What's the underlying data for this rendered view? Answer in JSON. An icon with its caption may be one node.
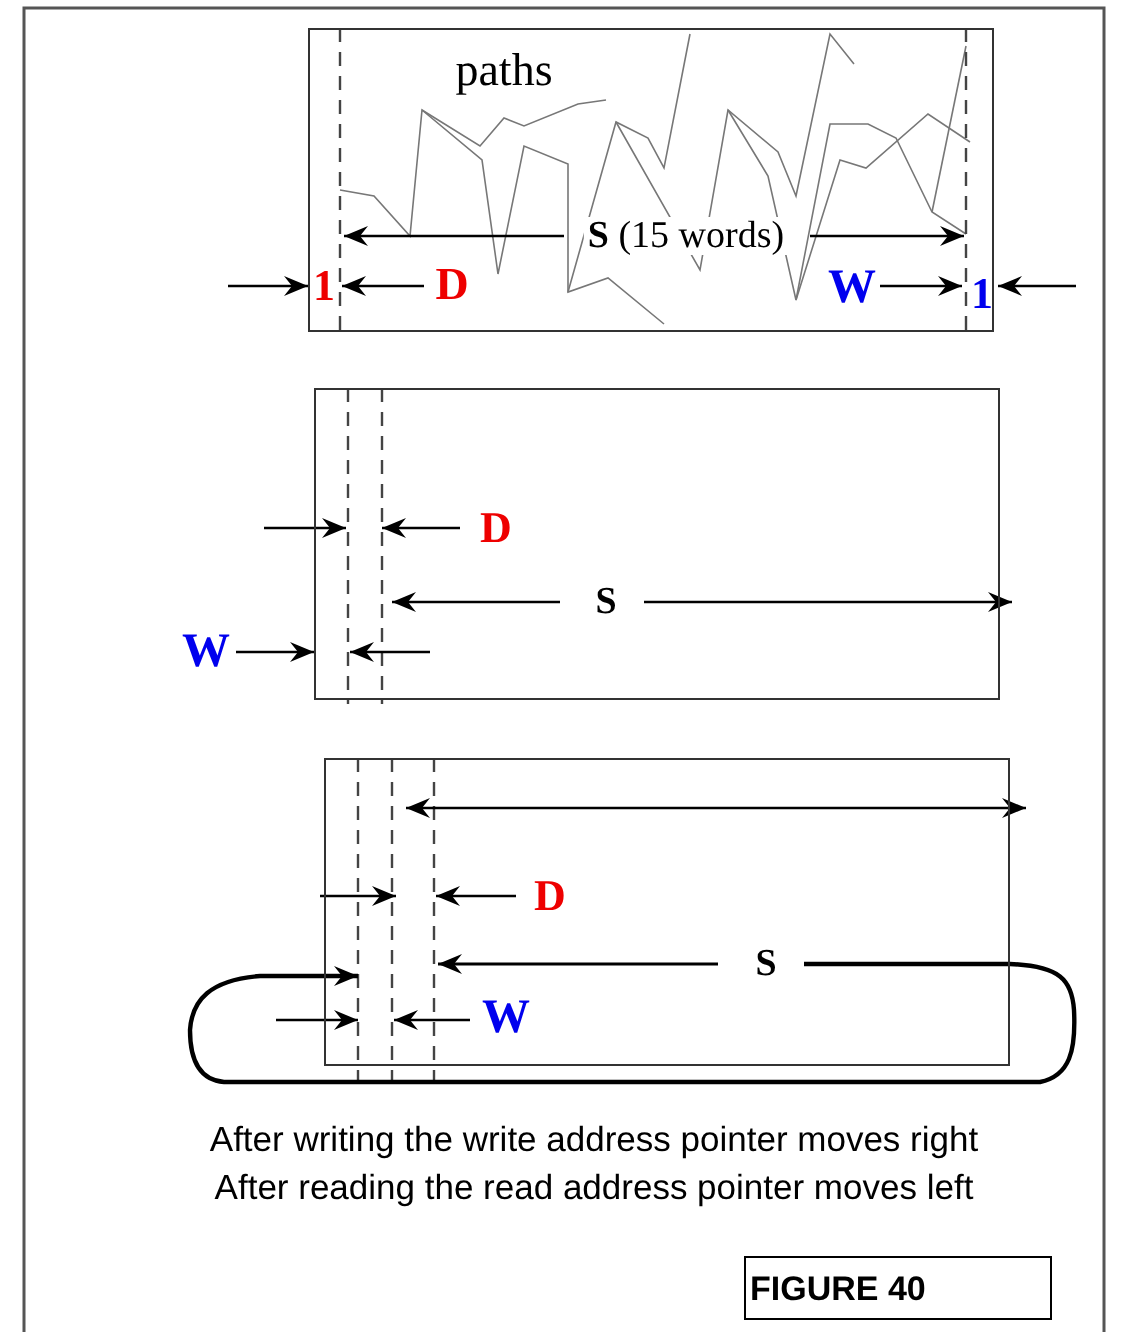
{
  "diagram": {
    "nodes": [
      {
        "text": [],
        "shape": "box"
      },
      {
        "text": [],
        "shape": "box"
      },
      {
        "text": [],
        "shape": "box"
      },
      {
        "text": [
          "FIGURE 40"
        ]
      }
    ],
    "edges": [],
    "labels": [
      "paths",
      "**S** (15 words)",
      "1",
      "D",
      "W",
      "1",
      "D",
      "S",
      "W",
      "D",
      "S",
      "W",
      "After writing the write address pointer moves right",
      "After reading the read address pointer moves left"
    ]
  }
}
